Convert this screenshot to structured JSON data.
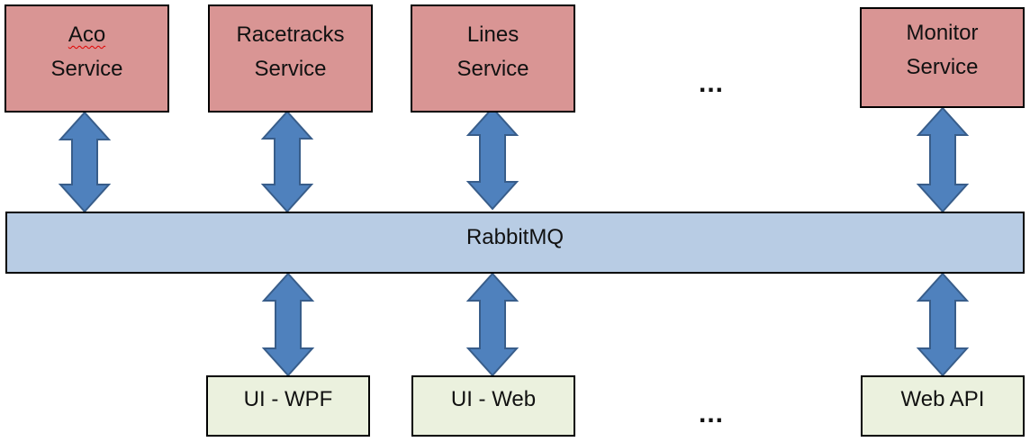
{
  "services": [
    {
      "line1": "Aco",
      "line2": "Service"
    },
    {
      "line1": "Racetracks",
      "line2": "Service"
    },
    {
      "line1": "Lines",
      "line2": "Service"
    },
    {
      "line1": "Monitor",
      "line2": "Service"
    }
  ],
  "bus": {
    "label": "RabbitMQ"
  },
  "clients": [
    {
      "label": "UI - WPF"
    },
    {
      "label": "UI - Web"
    },
    {
      "label": "Web API"
    }
  ],
  "ellipsis_top": "...",
  "ellipsis_bottom": "...",
  "colors": {
    "service_fill": "#d99594",
    "bus_fill": "#b8cce4",
    "client_fill": "#ebf1de",
    "arrow_fill": "#4f81bd",
    "arrow_stroke": "#385d8a",
    "border": "#000000"
  }
}
